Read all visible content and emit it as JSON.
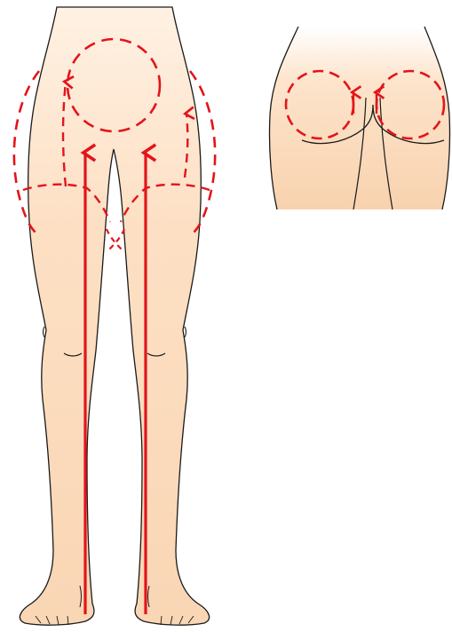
{
  "colors": {
    "skin_light": "#fff3e6",
    "skin_dark": "#f9d2ad",
    "outline": "#1a1a1a",
    "arrow_red": "#e3141b"
  },
  "figures": {
    "front_legs": {
      "icon": "legs-front-view-illustration"
    },
    "buttocks": {
      "icon": "buttocks-back-view-illustration"
    }
  },
  "guide_strokes": {
    "long_arrows": 2,
    "dashed_circles": 3,
    "dashed_side_loops": 2
  }
}
